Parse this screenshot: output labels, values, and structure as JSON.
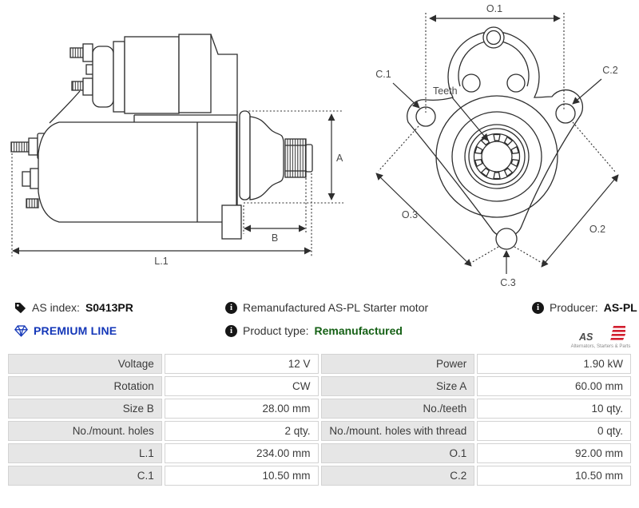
{
  "header": {
    "as_index": {
      "label": "AS index:",
      "value": "S0413PR"
    },
    "description": "Remanufactured AS-PL Starter motor",
    "producer": {
      "label": "Producer:",
      "value": "AS-PL"
    },
    "premium_line": "PREMIUM LINE",
    "product_type": {
      "label": "Product type:",
      "value": "Remanufactured"
    },
    "logo": {
      "text": "AS",
      "tagline": "Alternators, Starters & Parts"
    }
  },
  "icons": {
    "info_glyph": "i"
  },
  "diagram": {
    "side_view": {
      "labels": {
        "a": "A",
        "b": "B",
        "l1": "L.1"
      }
    },
    "front_view": {
      "labels": {
        "o1": "O.1",
        "o2": "O.2",
        "o3": "O.3",
        "c1": "C.1",
        "c2": "C.2",
        "c3": "C.3",
        "teeth": "Teeth"
      }
    }
  },
  "spec_table": {
    "rows": [
      [
        "Voltage",
        "12 V",
        "Power",
        "1.90 kW"
      ],
      [
        "Rotation",
        "CW",
        "Size A",
        "60.00 mm"
      ],
      [
        "Size B",
        "28.00 mm",
        "No./teeth",
        "10 qty."
      ],
      [
        "No./mount. holes",
        "2 qty.",
        "No./mount. holes with thread",
        "0 qty."
      ],
      [
        "L.1",
        "234.00 mm",
        "O.1",
        "92.00 mm"
      ],
      [
        "C.1",
        "10.50 mm",
        "C.2",
        "10.50 mm"
      ]
    ]
  },
  "colors": {
    "premium_blue": "#1437b8",
    "type_green": "#166116",
    "logo_red": "#d21f2f",
    "label_cell_bg": "#e6e6e6",
    "cell_border": "#d3d3d3",
    "drawing_line": "#2e2e2e"
  }
}
